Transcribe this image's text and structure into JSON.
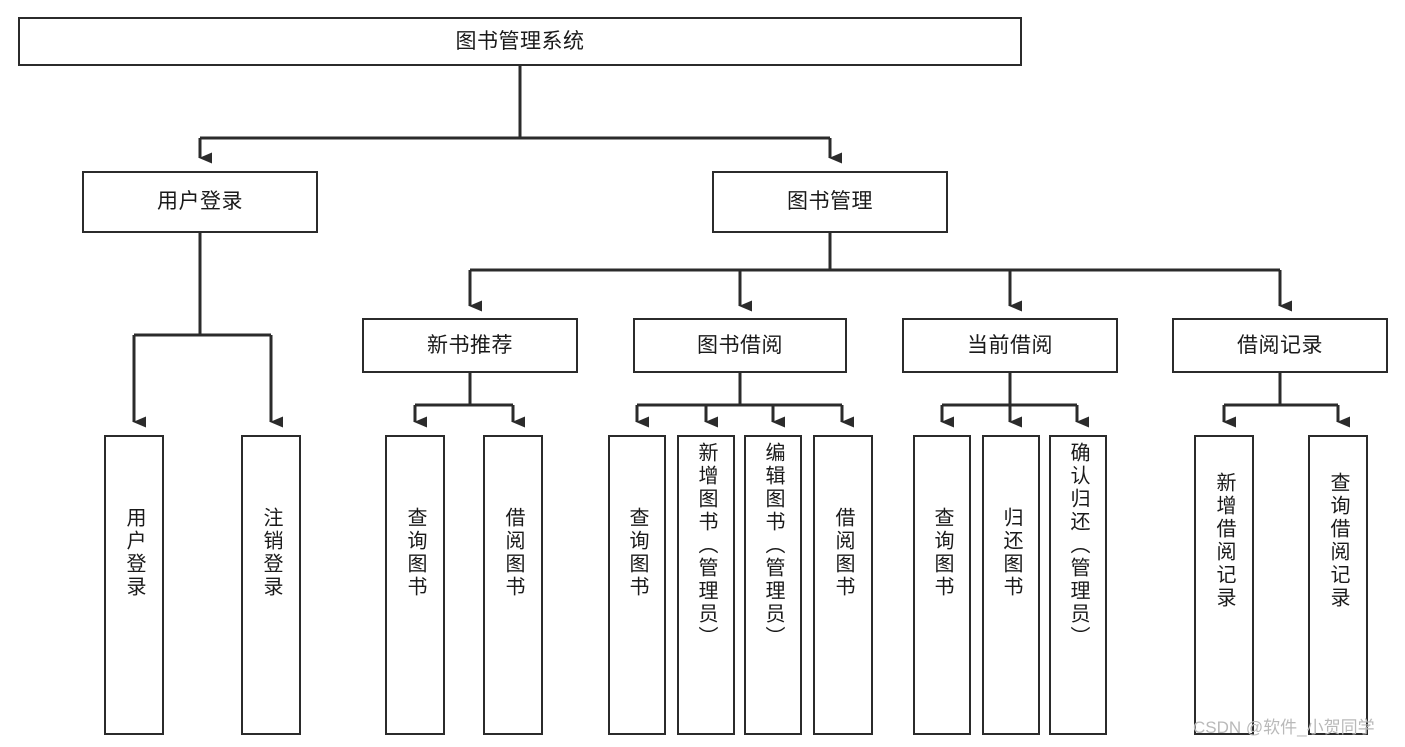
{
  "diagram": {
    "type": "tree",
    "title": "图书管理系统",
    "root": {
      "id": "root",
      "label": "图书管理系统"
    },
    "level2": [
      {
        "id": "user-login",
        "label": "用户登录"
      },
      {
        "id": "book-manage",
        "label": "图书管理"
      }
    ],
    "level3": [
      {
        "id": "new-book-rec",
        "label": "新书推荐",
        "parent": "book-manage"
      },
      {
        "id": "book-borrow",
        "label": "图书借阅",
        "parent": "book-manage"
      },
      {
        "id": "current-borrow",
        "label": "当前借阅",
        "parent": "book-manage"
      },
      {
        "id": "borrow-record",
        "label": "借阅记录",
        "parent": "book-manage"
      }
    ],
    "leaves": [
      {
        "id": "leaf-user-login",
        "label": "用户登录",
        "parent": "user-login"
      },
      {
        "id": "leaf-logout-login",
        "label": "注销登录",
        "parent": "user-login"
      },
      {
        "id": "leaf-query-book-1",
        "label": "查询图书",
        "parent": "new-book-rec"
      },
      {
        "id": "leaf-borrow-book-1",
        "label": "借阅图书",
        "parent": "new-book-rec"
      },
      {
        "id": "leaf-query-book-2",
        "label": "查询图书",
        "parent": "book-borrow"
      },
      {
        "id": "leaf-add-book",
        "label": "新增图书（管理员）",
        "parent": "book-borrow"
      },
      {
        "id": "leaf-edit-book",
        "label": "编辑图书（管理员）",
        "parent": "book-borrow"
      },
      {
        "id": "leaf-borrow-book-2",
        "label": "借阅图书",
        "parent": "book-borrow"
      },
      {
        "id": "leaf-query-book-3",
        "label": "查询图书",
        "parent": "current-borrow"
      },
      {
        "id": "leaf-return-book",
        "label": "归还图书",
        "parent": "current-borrow"
      },
      {
        "id": "leaf-confirm-return",
        "label": "确认归还（管理员）",
        "parent": "current-borrow"
      },
      {
        "id": "leaf-add-record",
        "label": "新增借阅记录",
        "parent": "borrow-record"
      },
      {
        "id": "leaf-query-record",
        "label": "查询借阅记录",
        "parent": "borrow-record"
      }
    ]
  },
  "watermark": {
    "text": "CSDN @软件_小贺同学"
  },
  "colors": {
    "stroke": "#2b2b2b",
    "fill": "#ffffff",
    "text": "#1a1a1a",
    "watermark": "#b9b9b9"
  }
}
